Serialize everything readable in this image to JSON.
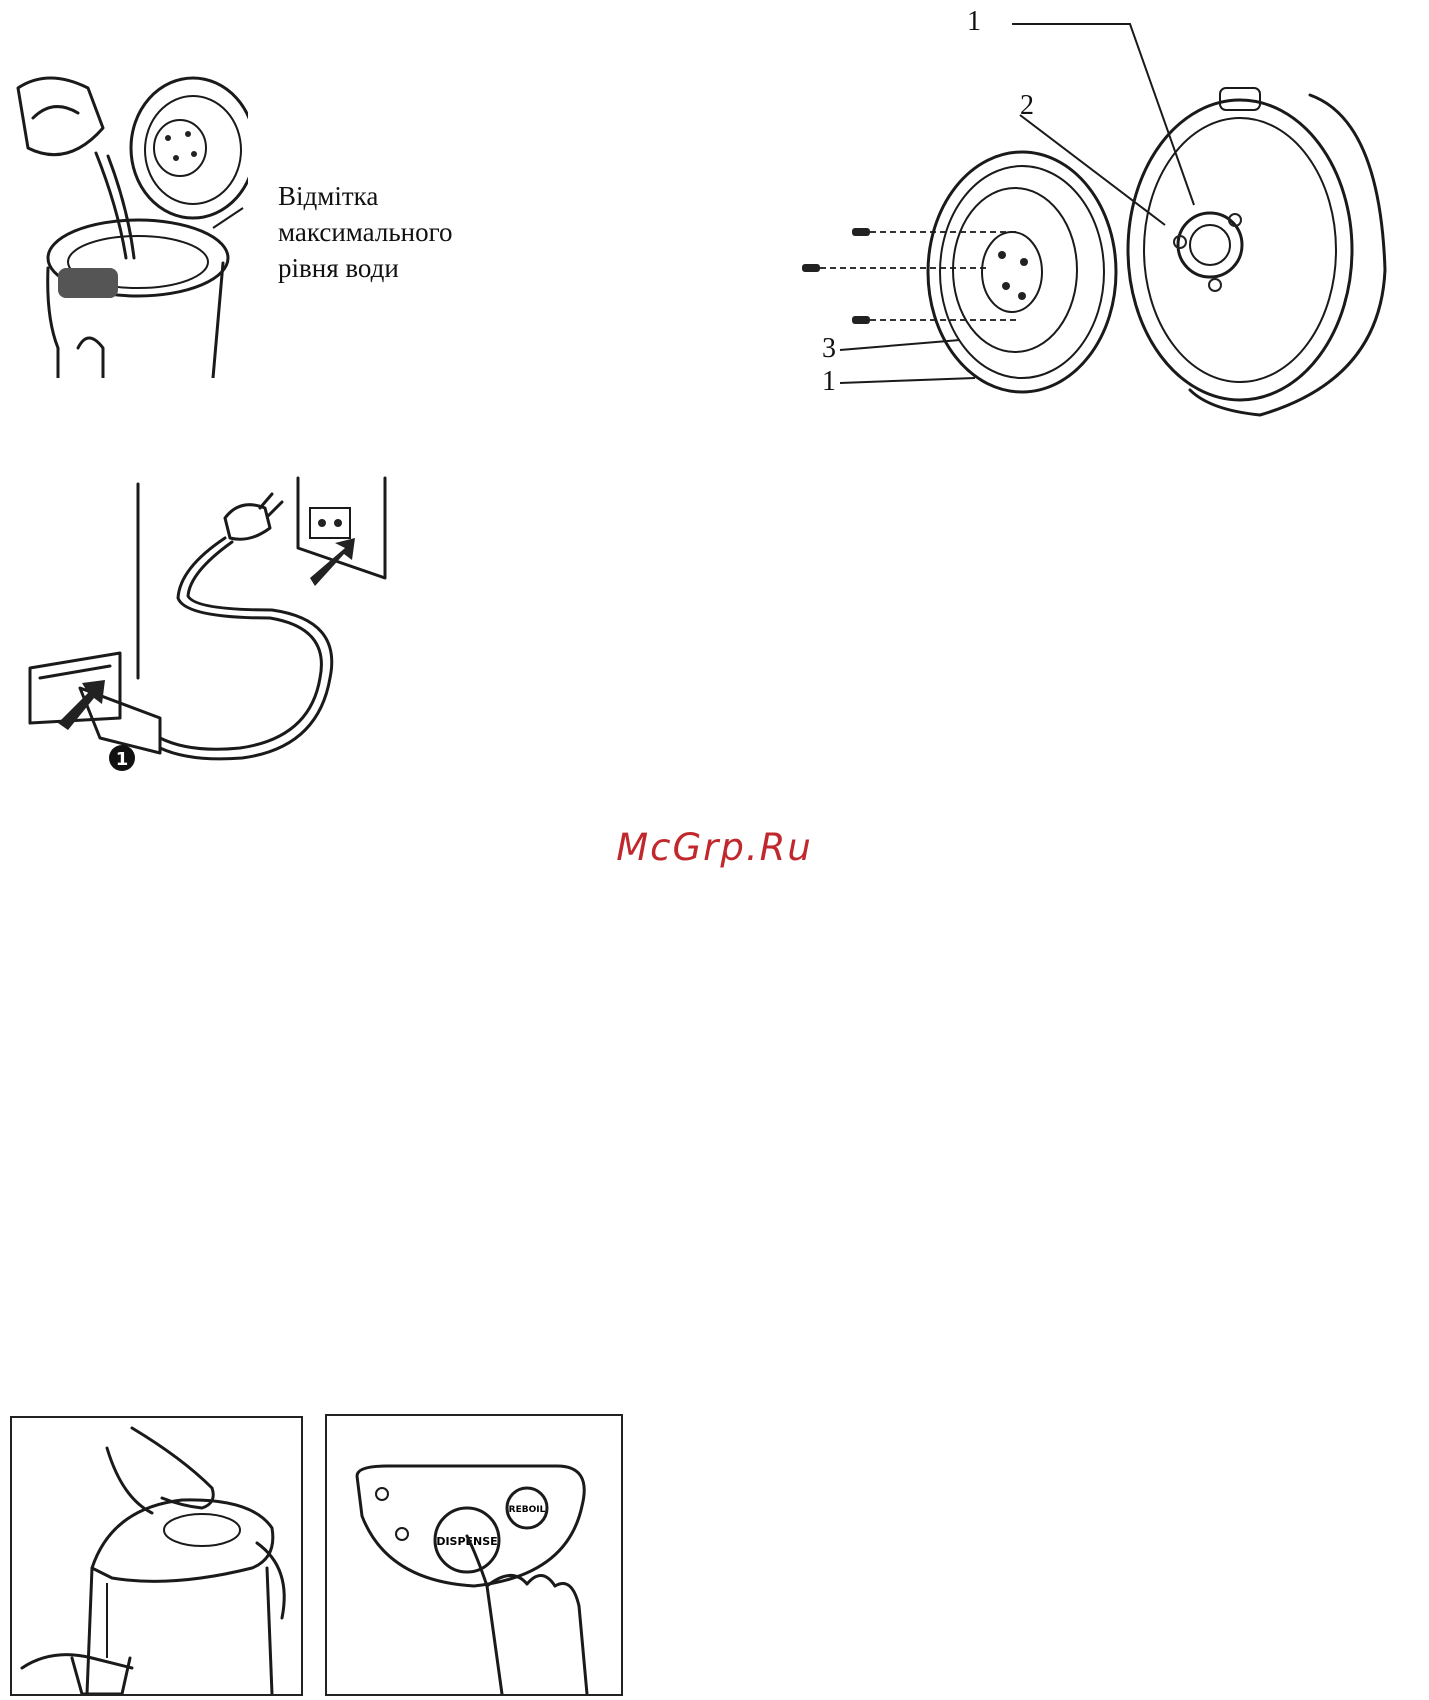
{
  "figure_fill": {
    "caption": "Відмітка\nмаксимального\nрівня води"
  },
  "figure_parts": {
    "callouts": [
      "1",
      "2",
      "3",
      "1"
    ]
  },
  "watermark": {
    "text": "McGrp.Ru",
    "color": "#c0282d"
  },
  "figure_panel": {
    "button_dispense": "DISPENSE",
    "button_reboil": "REBOIL"
  },
  "figure_plug": {
    "step_marker": "1"
  }
}
